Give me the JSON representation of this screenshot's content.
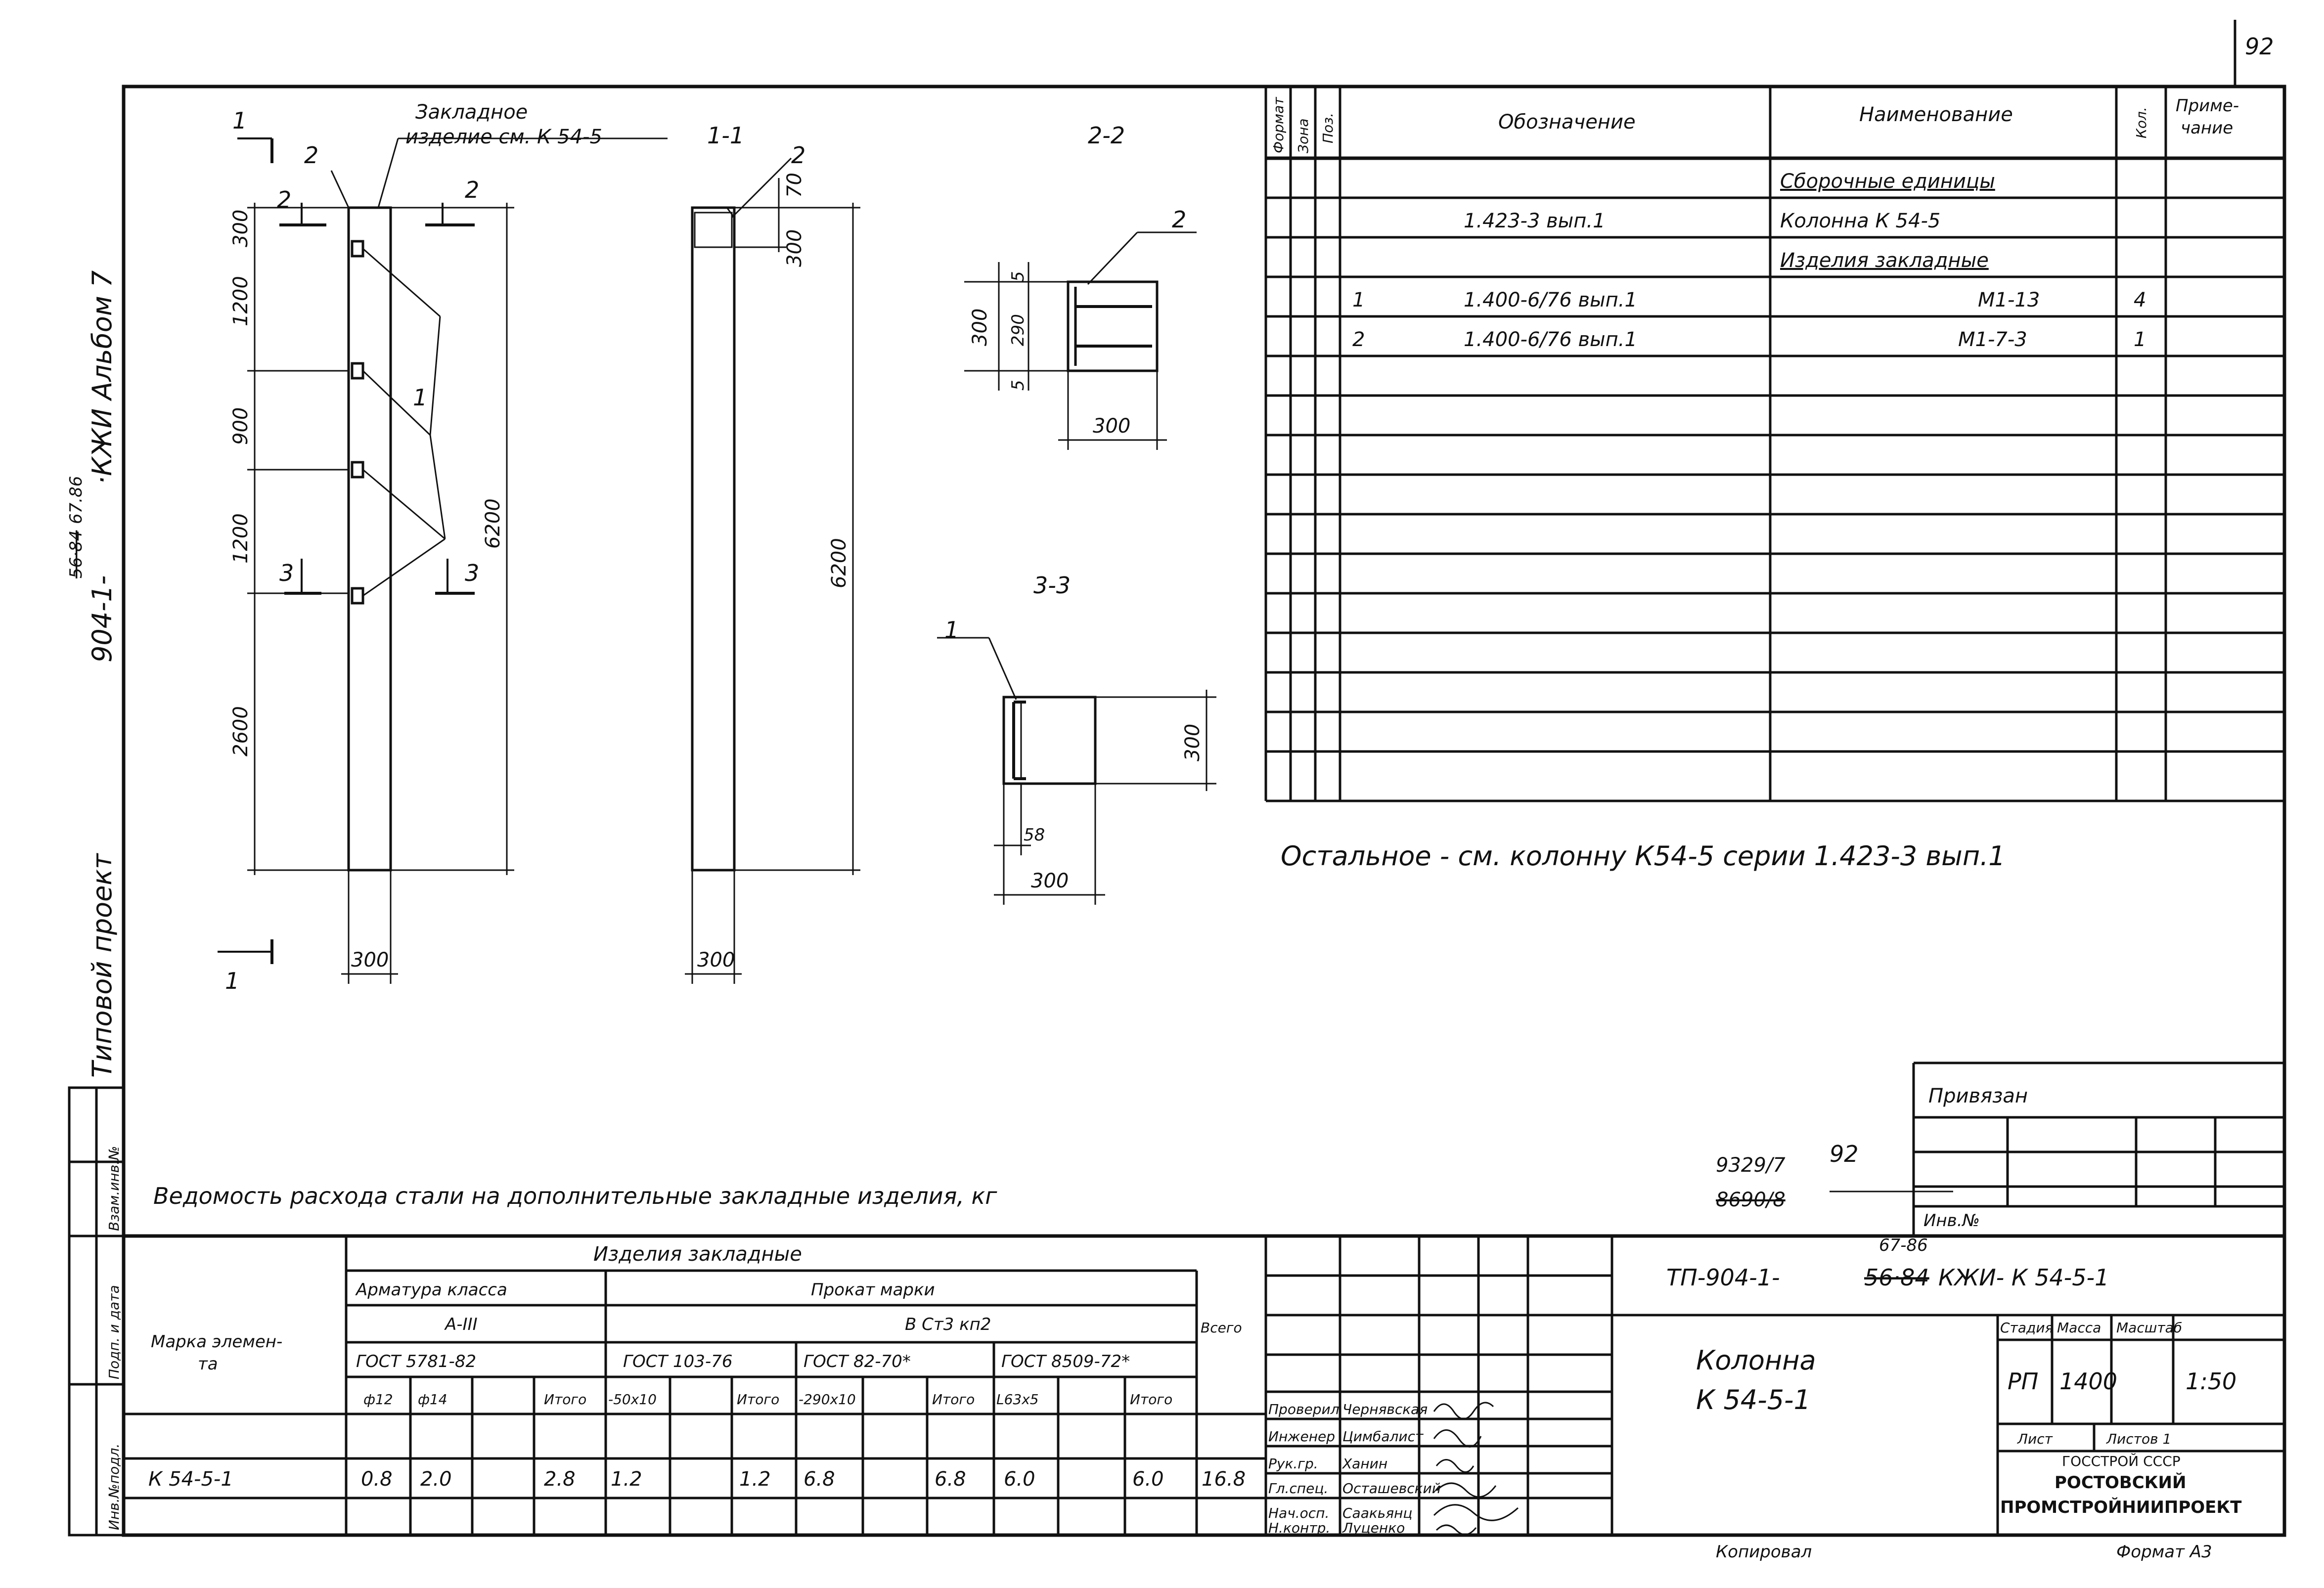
{
  "sheet_number": "92",
  "side_label": {
    "line1": "Типовой проект 904-1-56·84 ·КЖИ Альбом 7",
    "line1_prefix": "Типовой проект",
    "series": "904-1-",
    "series_old": "56·84",
    "series_new": "67.86",
    "tail": "·КЖИ Альбом 7"
  },
  "left_stamp": [
    "Инв.№подл.",
    "Подп. и дата",
    "Взам.инв.№"
  ],
  "drawing": {
    "embedded_note": [
      "Закладное",
      "изделие см. К 54-5"
    ],
    "section_11": "1-1",
    "section_22": "2-2",
    "section_33": "3-3",
    "cut_mark_1": "1",
    "cut_mark_2": "2",
    "cut_mark_3": "3",
    "pos_labels": [
      "1",
      "2"
    ],
    "elev_dims": [
      "300",
      "1200",
      "900",
      "1200",
      "2600"
    ],
    "height_dim": "6200",
    "width_dim": "300",
    "s11_dims": [
      "70",
      "300",
      "6200",
      "300"
    ],
    "s22_dims": [
      "5",
      "290",
      "5",
      "300",
      "300"
    ],
    "s33_dims": [
      "300",
      "58",
      "300"
    ]
  },
  "spec": {
    "headers": [
      "Формат",
      "Зона",
      "Поз.",
      "Обозначение",
      "Наименование",
      "Кол.",
      "Приме-чание"
    ],
    "header_note_1": "Приме-",
    "header_note_2": "чание",
    "rows": [
      {
        "pos": "",
        "designation": "",
        "name": "Сборочные единицы",
        "qty": ""
      },
      {
        "pos": "",
        "designation": "1.423-3 вып.1",
        "name": "Колонна К 54-5",
        "qty": ""
      },
      {
        "pos": "",
        "designation": "",
        "name": "Изделия закладные",
        "qty": ""
      },
      {
        "pos": "1",
        "designation": "1.400-6/76 вып.1",
        "name": "М1-13",
        "qty": "4"
      },
      {
        "pos": "2",
        "designation": "1.400-6/76 вып.1",
        "name": "М1-7-3",
        "qty": "1"
      }
    ]
  },
  "note": "Остальное - см. колонну К54-5 серии 1.423-3 вып.1",
  "steel_title": "Ведомость расхода стали на дополнительные закладные изделия, кг",
  "steel": {
    "col_mark": "Марка элемен-та",
    "group": "Изделия закладные",
    "rebar": "Арматура класса",
    "rebar_class": "А-III",
    "rebar_gost": "ГОСТ 5781-82",
    "rolled": "Прокат марки",
    "rolled_grade": "В Ст3 кп2",
    "gost_a": "ГОСТ 103-76",
    "gost_b": "ГОСТ 82-70*",
    "gost_c": "ГОСТ 8509-72*",
    "total": "Всего",
    "sub": [
      "ф12",
      "ф14",
      "",
      "Итого",
      "-50х10",
      "",
      "Итого",
      "-290х10",
      "",
      "Итого",
      "L63х5",
      "",
      "Итого"
    ],
    "row": [
      "К 54-5-1",
      "0.8",
      "2.0",
      "",
      "2.8",
      "1.2",
      "",
      "1.2",
      "6.8",
      "",
      "6.8",
      "6.0",
      "",
      "6.0",
      "16.8"
    ]
  },
  "tied": "Привязан",
  "archive": {
    "num_new": "9329/7",
    "sheet": "92",
    "num_old": "8690/8",
    "inv": "Инв.№"
  },
  "title_block": {
    "code": "ТП-904-1-56·84 КЖИ- К 54-5-1",
    "code_prefix": "ТП-904-1-",
    "code_old": "56·84",
    "code_new": "67-86",
    "code_suffix": "КЖИ- К 54-5-1",
    "name_line1": "Колонна",
    "name_line2": "К 54-5-1",
    "stage_label": "Стадия",
    "mass_label": "Масса",
    "scale_label": "Масштаб",
    "stage": "РП",
    "mass": "1400",
    "scale": "1:50",
    "sheet_label": "Лист",
    "sheets_label": "Листов 1",
    "org1": "ГОССТРОЙ СССР",
    "org2": "РОСТОВСКИЙ",
    "org3": "ПРОМСТРОЙНИИПРОЕКТ",
    "roles": [
      {
        "role": "Проверил",
        "name": "Чернявская"
      },
      {
        "role": "Инженер",
        "name": "Цимбалист"
      },
      {
        "role": "Рук.гр.",
        "name": "Ханин"
      },
      {
        "role": "Гл.спец.",
        "name": "Осташевский"
      },
      {
        "role": "Нач.осп.",
        "name": "Саакьянц"
      },
      {
        "role": "Н.контр.",
        "name": "Луценко"
      }
    ]
  },
  "copied": "Копировал",
  "format": "Формат А3"
}
